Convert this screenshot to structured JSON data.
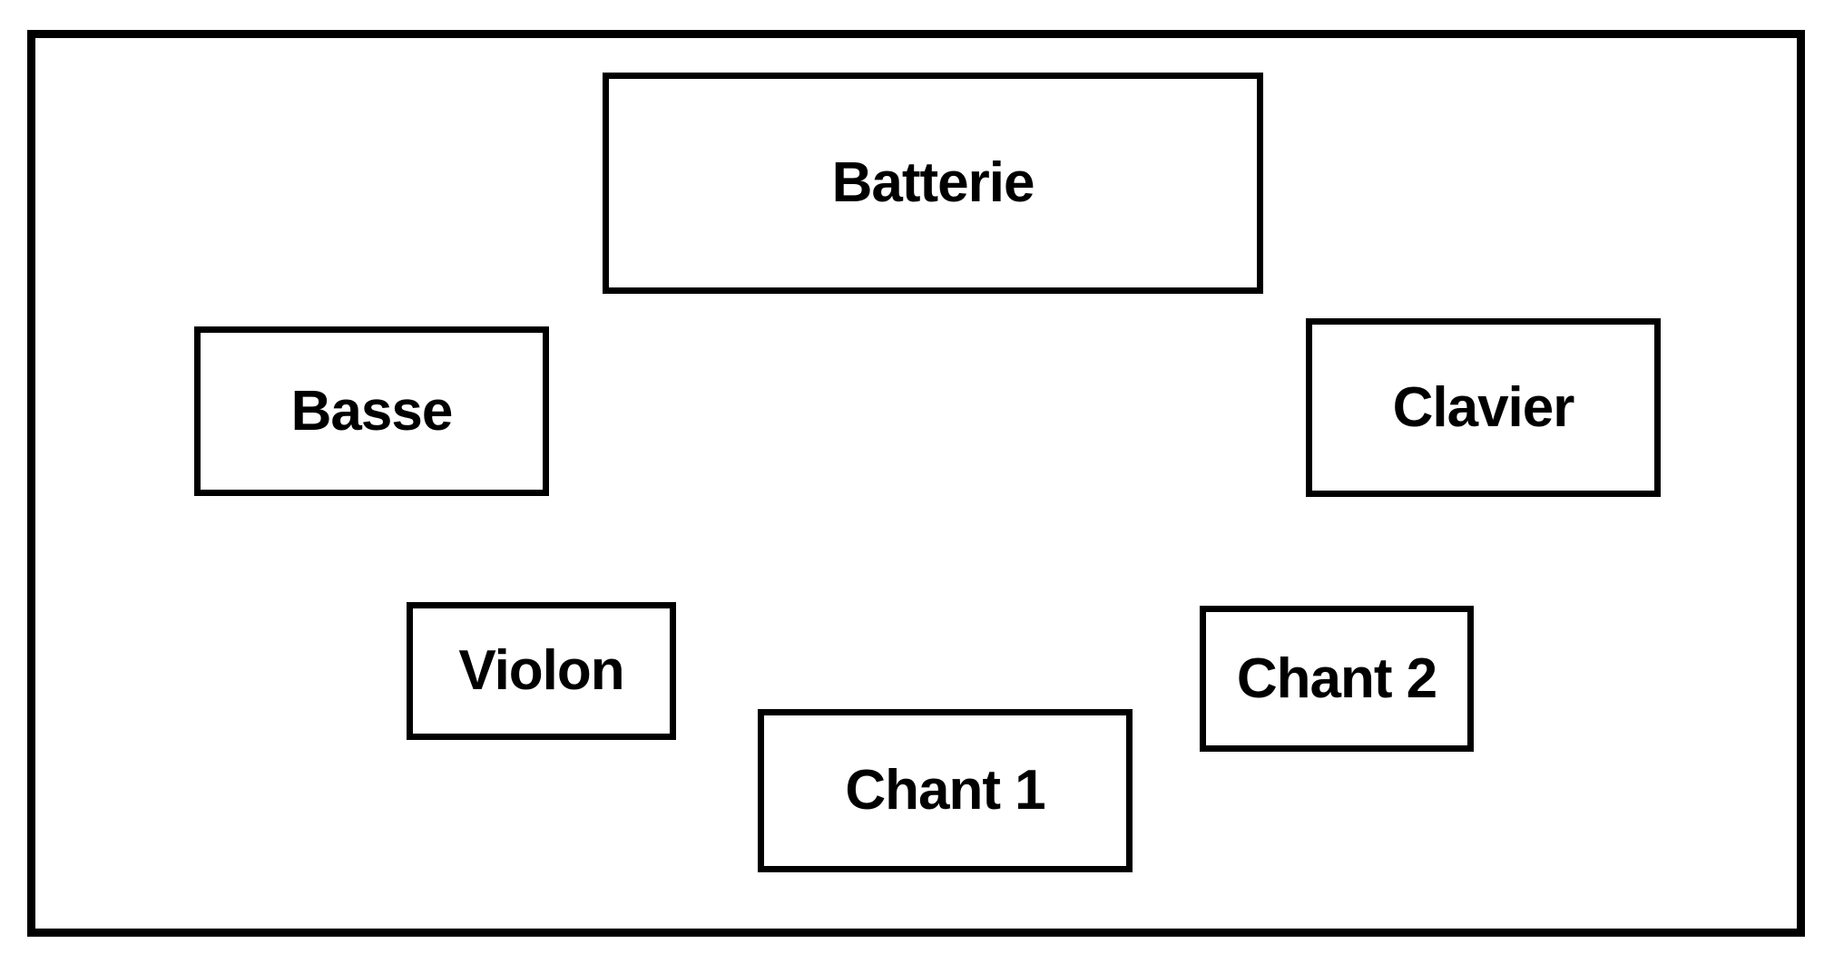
{
  "diagram": {
    "type": "stage-plan",
    "boxes": [
      {
        "id": "batterie",
        "label": "Batterie"
      },
      {
        "id": "basse",
        "label": "Basse"
      },
      {
        "id": "clavier",
        "label": "Clavier"
      },
      {
        "id": "violon",
        "label": "Violon"
      },
      {
        "id": "chant-1",
        "label": "Chant 1"
      },
      {
        "id": "chant-2",
        "label": "Chant 2"
      }
    ],
    "colors": {
      "border": "#000000",
      "background": "#ffffff",
      "text": "#000000"
    }
  }
}
